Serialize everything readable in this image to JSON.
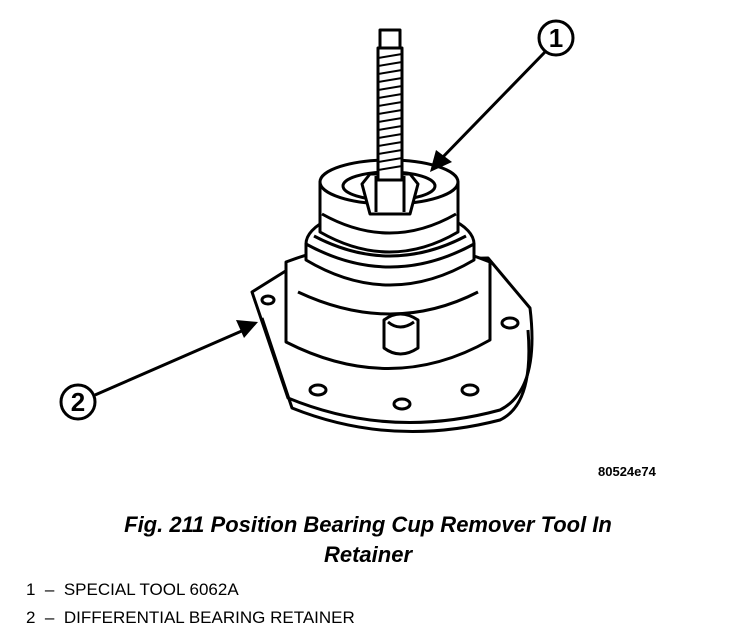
{
  "figure": {
    "callouts": [
      {
        "number": "1"
      },
      {
        "number": "2"
      }
    ],
    "code": "80524e74"
  },
  "caption": {
    "line1": "Fig. 211 Position Bearing Cup Remover Tool In",
    "line2": "Retainer"
  },
  "legend": [
    {
      "number": "1",
      "dash": "–",
      "text": "SPECIAL TOOL 6062A"
    },
    {
      "number": "2",
      "dash": "–",
      "text": "DIFFERENTIAL BEARING RETAINER"
    }
  ]
}
